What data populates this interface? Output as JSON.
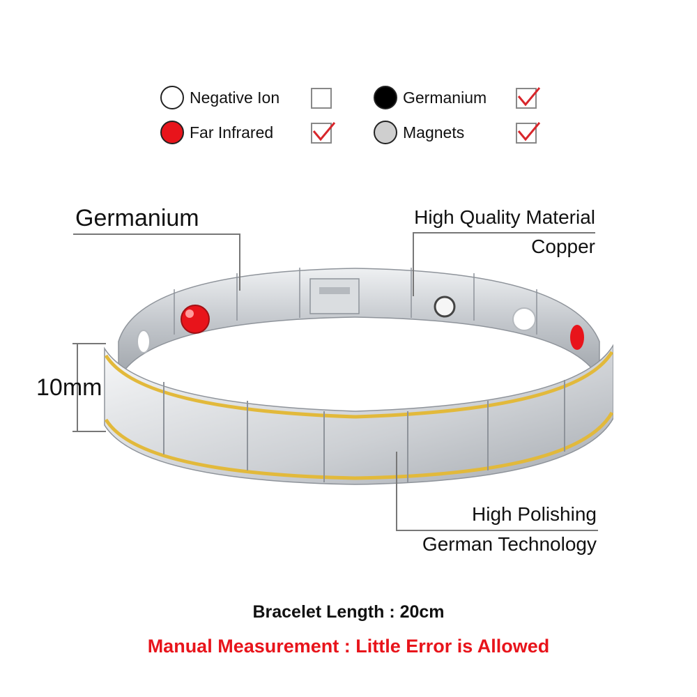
{
  "legend": [
    {
      "label": "Negative Ion",
      "dot_color": "#ffffff",
      "checked": false
    },
    {
      "label": "Far Infrared",
      "dot_color": "#e8141b",
      "checked": true
    },
    {
      "label": "Germanium",
      "dot_color": "#000000",
      "checked": true
    },
    {
      "label": "Magnets",
      "dot_color": "#cfcfcf",
      "checked": true
    }
  ],
  "callouts": {
    "germanium": "Germanium",
    "material_line1": "High Quality Material",
    "material_line2": "Copper",
    "width": "10mm",
    "polish_line1": "High Polishing",
    "polish_line2": "German Technology"
  },
  "footer": {
    "length": "Bracelet Length : 20cm",
    "note": "Manual Measurement : Little Error is Allowed"
  },
  "colors": {
    "check": "#d8262b",
    "note_red": "#e8141b",
    "gold": "#e2b93b",
    "steel": "#c9ccd0"
  }
}
